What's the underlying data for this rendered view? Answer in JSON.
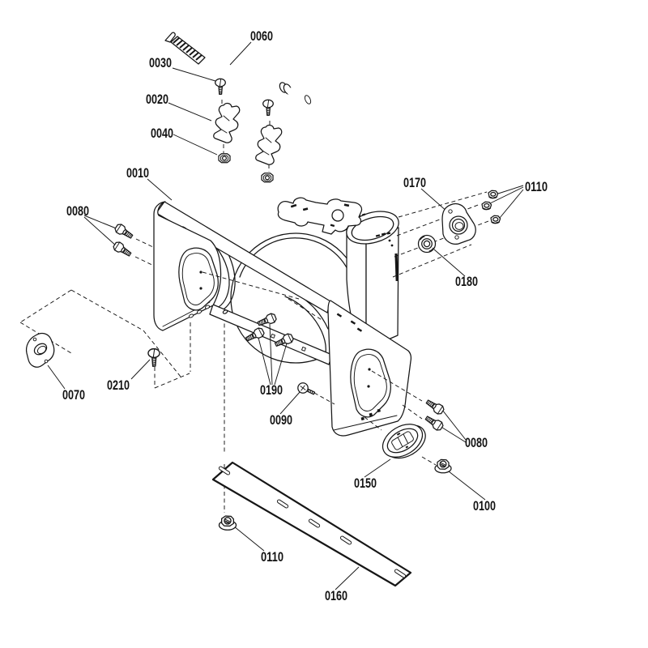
{
  "diagram": {
    "type": "exploded-parts-diagram",
    "background": "#ffffff",
    "line_color": "#161616",
    "labels": [
      {
        "ref": "0060"
      },
      {
        "ref": "0030"
      },
      {
        "ref": "0020"
      },
      {
        "ref": "0040"
      },
      {
        "ref": "0010"
      },
      {
        "ref": "0080"
      },
      {
        "ref": "0170"
      },
      {
        "ref": "0110"
      },
      {
        "ref": "0180"
      },
      {
        "ref": "0070"
      },
      {
        "ref": "0210"
      },
      {
        "ref": "0190"
      },
      {
        "ref": "0090"
      },
      {
        "ref": "0080"
      },
      {
        "ref": "0150"
      },
      {
        "ref": "0100"
      },
      {
        "ref": "0110"
      },
      {
        "ref": "0160"
      }
    ]
  }
}
